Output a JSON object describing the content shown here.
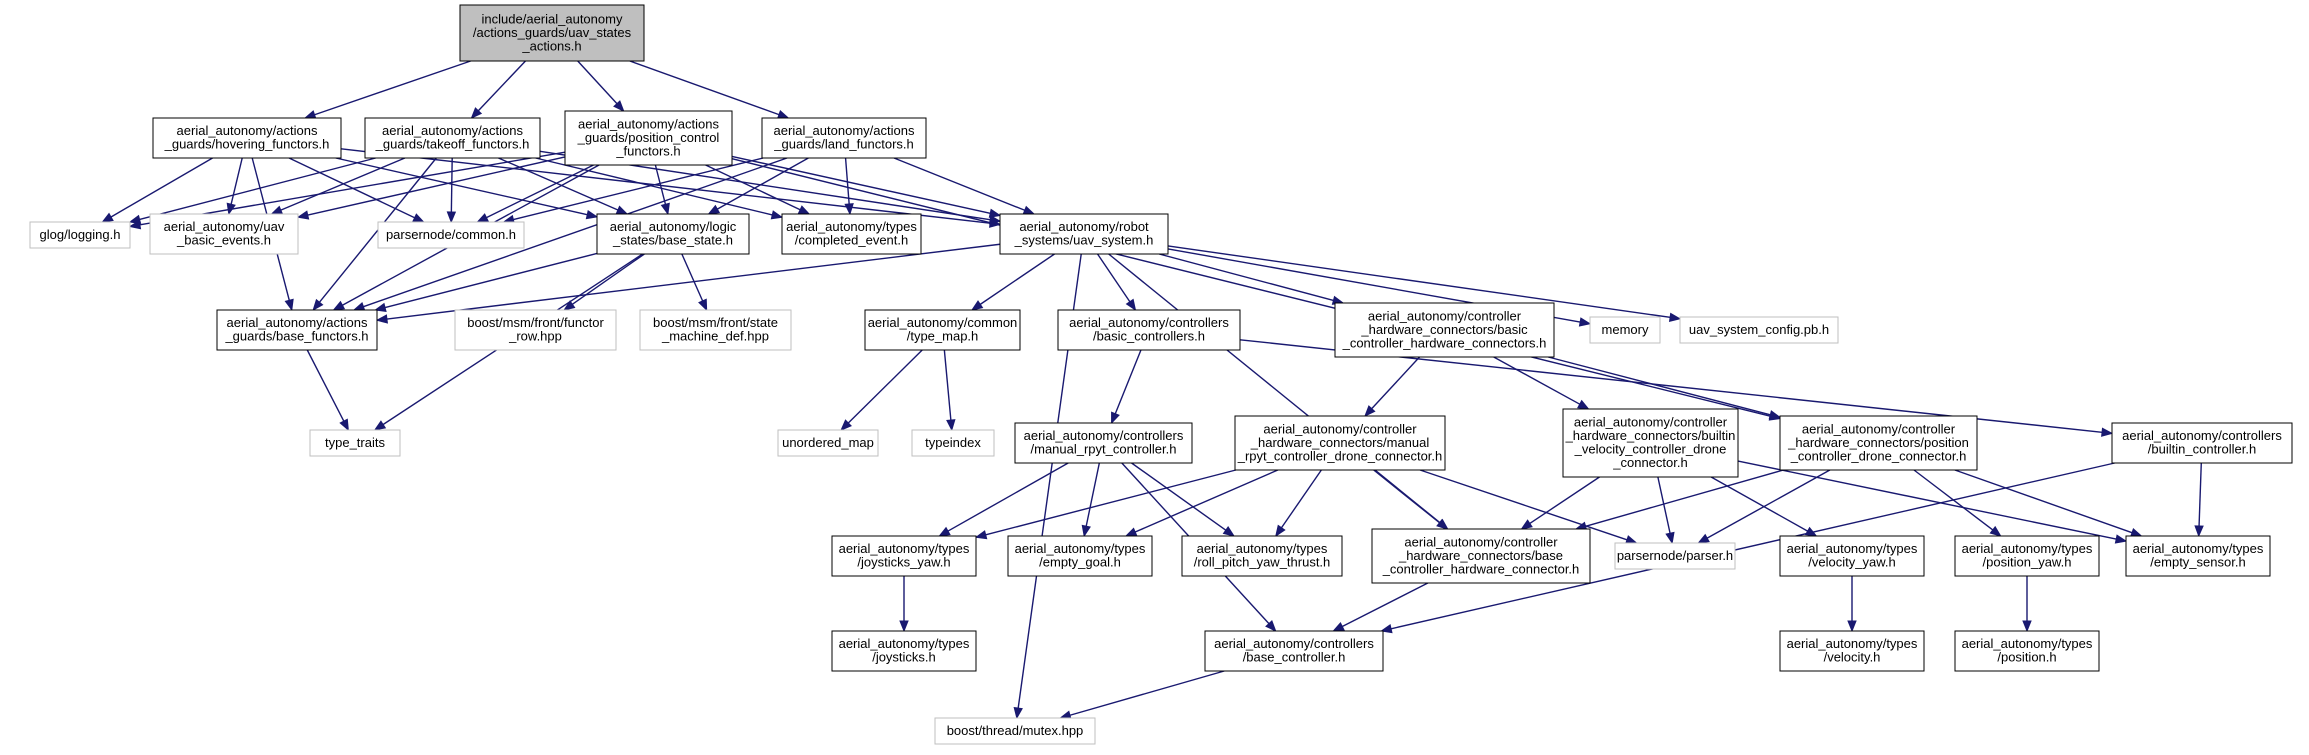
{
  "colors": {
    "edge": "#191970",
    "root_fill": "#bfbfbf",
    "box_stroke": "#000000",
    "external_stroke": "#bfbfbf",
    "text": "#000000"
  },
  "nodes": [
    {
      "id": "root",
      "lines": [
        "include/aerial_autonomy",
        "/actions_guards/uav_states",
        "_actions.h"
      ],
      "style": "root"
    },
    {
      "id": "hovering",
      "lines": [
        "aerial_autonomy/actions",
        "_guards/hovering_functors.h"
      ],
      "style": "doc"
    },
    {
      "id": "takeoff",
      "lines": [
        "aerial_autonomy/actions",
        "_guards/takeoff_functors.h"
      ],
      "style": "doc"
    },
    {
      "id": "poscontrol",
      "lines": [
        "aerial_autonomy/actions",
        "_guards/position_control",
        "_functors.h"
      ],
      "style": "doc"
    },
    {
      "id": "land",
      "lines": [
        "aerial_autonomy/actions",
        "_guards/land_functors.h"
      ],
      "style": "doc"
    },
    {
      "id": "glog",
      "lines": [
        "glog/logging.h"
      ],
      "style": "ext"
    },
    {
      "id": "uavbasic",
      "lines": [
        "aerial_autonomy/uav",
        "_basic_events.h"
      ],
      "style": "ext"
    },
    {
      "id": "parsernodecommon",
      "lines": [
        "parsernode/common.h"
      ],
      "style": "ext"
    },
    {
      "id": "basestate",
      "lines": [
        "aerial_autonomy/logic",
        "_states/base_state.h"
      ],
      "style": "doc"
    },
    {
      "id": "completed",
      "lines": [
        "aerial_autonomy/types",
        "/completed_event.h"
      ],
      "style": "doc"
    },
    {
      "id": "uavsystem",
      "lines": [
        "aerial_autonomy/robot",
        "_systems/uav_system.h"
      ],
      "style": "doc"
    },
    {
      "id": "basefunctors",
      "lines": [
        "aerial_autonomy/actions",
        "_guards/base_functors.h"
      ],
      "style": "doc"
    },
    {
      "id": "functorrow",
      "lines": [
        "boost/msm/front/functor",
        "_row.hpp"
      ],
      "style": "ext"
    },
    {
      "id": "statemachine",
      "lines": [
        "boost/msm/front/state",
        "_machine_def.hpp"
      ],
      "style": "ext"
    },
    {
      "id": "typemap",
      "lines": [
        "aerial_autonomy/common",
        "/type_map.h"
      ],
      "style": "doc"
    },
    {
      "id": "basiccontrollers",
      "lines": [
        "aerial_autonomy/controllers",
        "/basic_controllers.h"
      ],
      "style": "doc"
    },
    {
      "id": "basichwconn",
      "lines": [
        "aerial_autonomy/controller",
        "_hardware_connectors/basic",
        "_controller_hardware_connectors.h"
      ],
      "style": "doc"
    },
    {
      "id": "memory",
      "lines": [
        "memory"
      ],
      "style": "ext"
    },
    {
      "id": "uavconfig",
      "lines": [
        "uav_system_config.pb.h"
      ],
      "style": "ext"
    },
    {
      "id": "typetraits",
      "lines": [
        "type_traits"
      ],
      "style": "ext"
    },
    {
      "id": "unorderedmap",
      "lines": [
        "unordered_map"
      ],
      "style": "ext"
    },
    {
      "id": "typeindex",
      "lines": [
        "typeindex"
      ],
      "style": "ext"
    },
    {
      "id": "manualrpyt",
      "lines": [
        "aerial_autonomy/controllers",
        "/manual_rpyt_controller.h"
      ],
      "style": "doc"
    },
    {
      "id": "manualrpytconn",
      "lines": [
        "aerial_autonomy/controller",
        "_hardware_connectors/manual",
        "_rpyt_controller_drone_connector.h"
      ],
      "style": "doc"
    },
    {
      "id": "builtinvelconn",
      "lines": [
        "aerial_autonomy/controller",
        "_hardware_connectors/builtin",
        "_velocity_controller_drone",
        "_connector.h"
      ],
      "style": "doc"
    },
    {
      "id": "posconn",
      "lines": [
        "aerial_autonomy/controller",
        "_hardware_connectors/position",
        "_controller_drone_connector.h"
      ],
      "style": "doc"
    },
    {
      "id": "builtincontroller",
      "lines": [
        "aerial_autonomy/controllers",
        "/builtin_controller.h"
      ],
      "style": "doc"
    },
    {
      "id": "joysticksyaw",
      "lines": [
        "aerial_autonomy/types",
        "/joysticks_yaw.h"
      ],
      "style": "doc"
    },
    {
      "id": "emptygoal",
      "lines": [
        "aerial_autonomy/types",
        "/empty_goal.h"
      ],
      "style": "doc"
    },
    {
      "id": "rpyt",
      "lines": [
        "aerial_autonomy/types",
        "/roll_pitch_yaw_thrust.h"
      ],
      "style": "doc"
    },
    {
      "id": "basehwconn",
      "lines": [
        "aerial_autonomy/controller",
        "_hardware_connectors/base",
        "_controller_hardware_connector.h"
      ],
      "style": "doc"
    },
    {
      "id": "parser",
      "lines": [
        "parsernode/parser.h"
      ],
      "style": "ext"
    },
    {
      "id": "velocityyaw",
      "lines": [
        "aerial_autonomy/types",
        "/velocity_yaw.h"
      ],
      "style": "doc"
    },
    {
      "id": "positionyaw",
      "lines": [
        "aerial_autonomy/types",
        "/position_yaw.h"
      ],
      "style": "doc"
    },
    {
      "id": "emptysensor",
      "lines": [
        "aerial_autonomy/types",
        "/empty_sensor.h"
      ],
      "style": "doc"
    },
    {
      "id": "joysticks",
      "lines": [
        "aerial_autonomy/types",
        "/joysticks.h"
      ],
      "style": "doc"
    },
    {
      "id": "basecontroller",
      "lines": [
        "aerial_autonomy/controllers",
        "/base_controller.h"
      ],
      "style": "doc"
    },
    {
      "id": "velocity",
      "lines": [
        "aerial_autonomy/types",
        "/velocity.h"
      ],
      "style": "doc"
    },
    {
      "id": "position",
      "lines": [
        "aerial_autonomy/types",
        "/position.h"
      ],
      "style": "doc"
    },
    {
      "id": "mutex",
      "lines": [
        "boost/thread/mutex.hpp"
      ],
      "style": "ext"
    }
  ],
  "edges": [
    [
      "root",
      "hovering"
    ],
    [
      "root",
      "takeoff"
    ],
    [
      "root",
      "poscontrol"
    ],
    [
      "root",
      "land"
    ],
    [
      "hovering",
      "glog"
    ],
    [
      "hovering",
      "uavbasic"
    ],
    [
      "hovering",
      "parsernodecommon"
    ],
    [
      "hovering",
      "basestate"
    ],
    [
      "hovering",
      "uavsystem"
    ],
    [
      "hovering",
      "basefunctors"
    ],
    [
      "takeoff",
      "glog"
    ],
    [
      "takeoff",
      "uavbasic"
    ],
    [
      "takeoff",
      "parsernodecommon"
    ],
    [
      "takeoff",
      "basestate"
    ],
    [
      "takeoff",
      "completed"
    ],
    [
      "takeoff",
      "uavsystem"
    ],
    [
      "takeoff",
      "basefunctors"
    ],
    [
      "poscontrol",
      "glog"
    ],
    [
      "poscontrol",
      "uavbasic"
    ],
    [
      "poscontrol",
      "parsernodecommon"
    ],
    [
      "poscontrol",
      "basestate"
    ],
    [
      "poscontrol",
      "completed"
    ],
    [
      "poscontrol",
      "uavsystem"
    ],
    [
      "poscontrol",
      "basefunctors"
    ],
    [
      "poscontrol",
      "posconn"
    ],
    [
      "land",
      "parsernodecommon"
    ],
    [
      "land",
      "basestate"
    ],
    [
      "land",
      "completed"
    ],
    [
      "land",
      "uavsystem"
    ],
    [
      "land",
      "basefunctors"
    ],
    [
      "basestate",
      "basefunctors"
    ],
    [
      "basestate",
      "functorrow"
    ],
    [
      "basestate",
      "statemachine"
    ],
    [
      "basestate",
      "typetraits"
    ],
    [
      "basefunctors",
      "typetraits"
    ],
    [
      "uavsystem",
      "basefunctors"
    ],
    [
      "uavsystem",
      "typemap"
    ],
    [
      "uavsystem",
      "basiccontrollers"
    ],
    [
      "uavsystem",
      "basichwconn"
    ],
    [
      "uavsystem",
      "memory"
    ],
    [
      "uavsystem",
      "uavconfig"
    ],
    [
      "uavsystem",
      "basehwconn"
    ],
    [
      "uavsystem",
      "mutex"
    ],
    [
      "typemap",
      "unorderedmap"
    ],
    [
      "typemap",
      "typeindex"
    ],
    [
      "basiccontrollers",
      "manualrpyt"
    ],
    [
      "basiccontrollers",
      "builtincontroller"
    ],
    [
      "basichwconn",
      "manualrpytconn"
    ],
    [
      "basichwconn",
      "builtinvelconn"
    ],
    [
      "basichwconn",
      "posconn"
    ],
    [
      "manualrpyt",
      "joysticksyaw"
    ],
    [
      "manualrpyt",
      "emptygoal"
    ],
    [
      "manualrpyt",
      "rpyt"
    ],
    [
      "manualrpyt",
      "basecontroller"
    ],
    [
      "manualrpytconn",
      "joysticksyaw"
    ],
    [
      "manualrpytconn",
      "emptygoal"
    ],
    [
      "manualrpytconn",
      "rpyt"
    ],
    [
      "manualrpytconn",
      "basehwconn"
    ],
    [
      "manualrpytconn",
      "parser"
    ],
    [
      "builtinvelconn",
      "basehwconn"
    ],
    [
      "builtinvelconn",
      "parser"
    ],
    [
      "builtinvelconn",
      "velocityyaw"
    ],
    [
      "builtinvelconn",
      "emptysensor"
    ],
    [
      "posconn",
      "basehwconn"
    ],
    [
      "posconn",
      "parser"
    ],
    [
      "posconn",
      "positionyaw"
    ],
    [
      "posconn",
      "emptysensor"
    ],
    [
      "builtincontroller",
      "emptysensor"
    ],
    [
      "builtincontroller",
      "basecontroller"
    ],
    [
      "joysticksyaw",
      "joysticks"
    ],
    [
      "basehwconn",
      "basecontroller"
    ],
    [
      "velocityyaw",
      "velocity"
    ],
    [
      "positionyaw",
      "position"
    ],
    [
      "basecontroller",
      "mutex"
    ]
  ]
}
